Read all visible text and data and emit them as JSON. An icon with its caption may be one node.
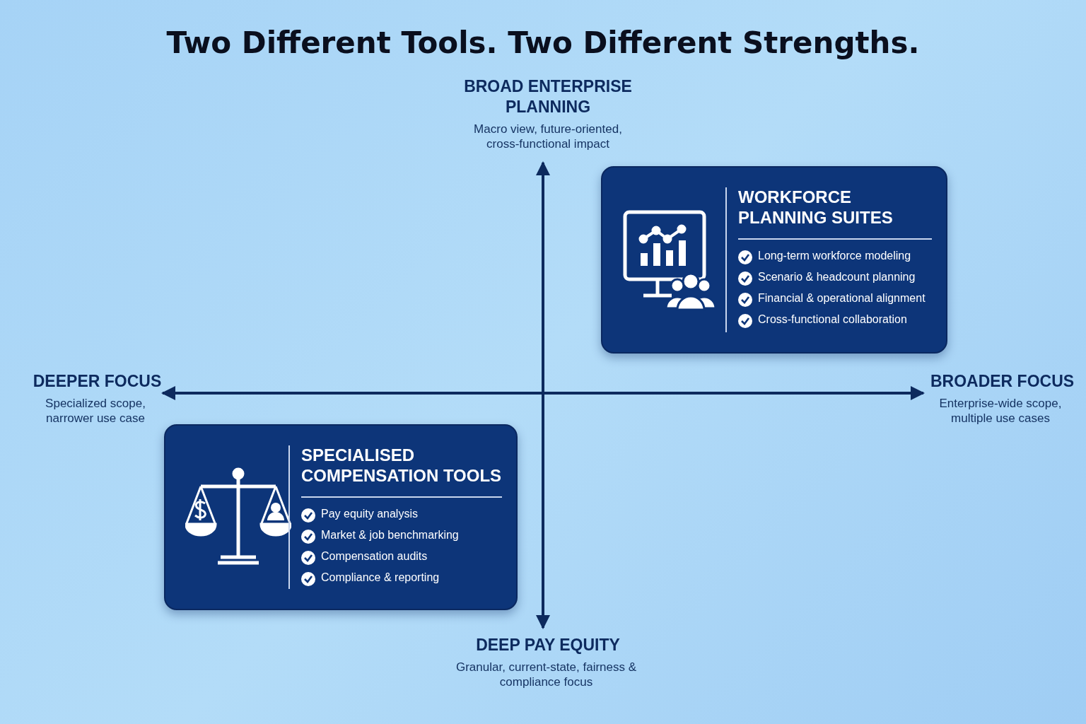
{
  "diagram": {
    "title": "Two Different Tools. Two Different Strengths.",
    "nodes": [
      {
        "text": [
          "WORKFORCE PLANNING SUITES",
          "Long-term workforce modeling",
          "Scenario & headcount planning",
          "Financial & operational alignment",
          "Cross-functional collaboration"
        ]
      },
      {
        "text": [
          "SPECIALISED COMPENSATION TOOLS",
          "Pay equity analysis",
          "Market & job benchmarking",
          "Compensation audits",
          "Compliance & reporting"
        ]
      }
    ],
    "labels": [
      "BROAD ENTERPRISE PLANNING",
      "Macro view, future-oriented, cross-functional impact",
      "DEEPER FOCUS",
      "Specialized scope, narrower use case",
      "BROADER FOCUS",
      "Enterprise-wide scope, multiple use cases",
      "DEEP PAY EQUITY",
      "Granular, current-state, fairness & compliance focus"
    ]
  }
}
